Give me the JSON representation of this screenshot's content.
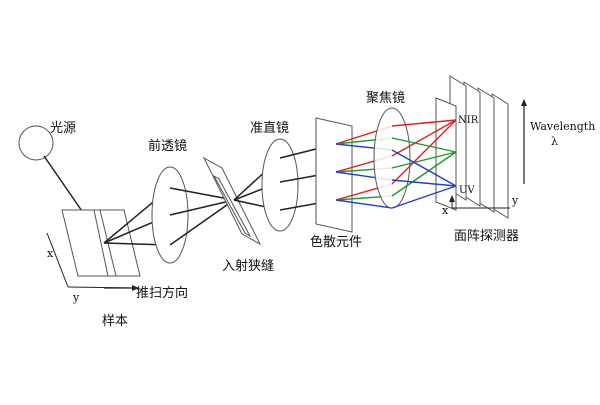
{
  "labels": {
    "light_source": "光源",
    "front_lens": "前透镜",
    "collimator": "准直镜",
    "focusing_lens": "聚焦镜",
    "entrance_slit": "入射狭缝",
    "dispersive_element": "色散元件",
    "area_detector": "面阵探测器",
    "scan_direction": "推扫方向",
    "sample": "样本",
    "sample_axis_x": "x",
    "sample_axis_y": "y",
    "detector_nir": "NIR",
    "detector_uv": "UV",
    "detector_axis_x": "x",
    "detector_axis_y": "y",
    "wavelength_title": "Wavelength",
    "wavelength_symbol": "λ"
  },
  "colors": {
    "line": "#222222",
    "ray_red": "#e02020",
    "ray_green": "#1a9a2a",
    "ray_blue": "#1f3fd0",
    "optic_fill": "#ffffff",
    "optic_stroke": "#555555"
  }
}
